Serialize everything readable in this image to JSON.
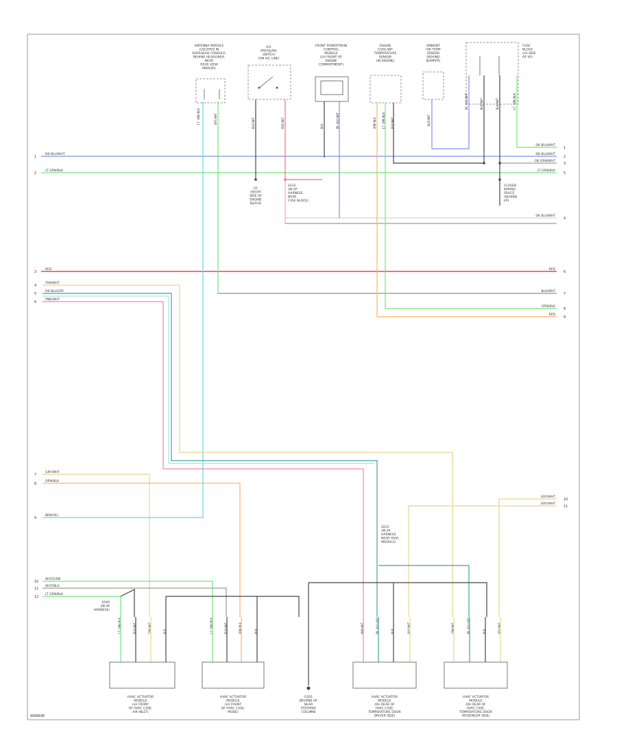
{
  "diagram_id": "W99908",
  "colors": {
    "blue": "#7f8cf0",
    "green": "#6ee77a",
    "red": "#ff6b6b",
    "gray": "#9a9a9a",
    "yellow": "#e8d48a",
    "teal": "#3aa3a0",
    "pink": "#ff7fa6",
    "orange": "#ffb060",
    "cyan": "#5fd6e6",
    "black": "#444444"
  },
  "components": {
    "top1": [
      "ANTENNA MODULE",
      "(LOCATED IN",
      "OVERHEAD CONSOLE,",
      "BEHIND HEADLINER,",
      "NEAR",
      "REAR VIEW",
      "MIRROR)"
    ],
    "top2": [
      "A/C",
      "PRESSURE",
      "SWITCH",
      "(ON A/C LINE)"
    ],
    "top3": [
      "FRONT POWERTRAIN",
      "CONTROL",
      "MODULE",
      "(LH FRONT OF",
      "ENGINE",
      "COMPARTMENT)"
    ],
    "top4": [
      "ENGINE",
      "COOLANT",
      "TEMPERATURE",
      "SENSOR",
      "(IN ENGINE)"
    ],
    "top5": [
      "AMBIENT",
      "AIR TEMP",
      "SENSOR",
      "(BEHIND",
      "BUMPER)"
    ],
    "top6": [
      "FUSE",
      "BLOCK",
      "(LH SIDE",
      "OF I/P)"
    ],
    "ground1": [
      "G1",
      "(RIGHT",
      "SIDE OF",
      "ENGINE",
      "BLOCK)"
    ],
    "splice1": [
      "S212",
      "(IN I/P",
      "HARNESS",
      "NEAR",
      "FUSE BLOCK)"
    ],
    "splice2": [
      "CLOSED",
      "WIRING",
      "SPLICE",
      "(BEHIND",
      "I/P)"
    ],
    "splice3": [
      "S222",
      "(IN I/P",
      "HARNESS",
      "NEAR HVAC",
      "MODULE)"
    ],
    "bottom_splice": [
      "S500",
      "(IN I/P",
      "HARNESS)"
    ],
    "bottom1": [
      "HVAC ACTUATOR",
      "MODULE",
      "(LH FRONT",
      "OF HVAC CASE,",
      "AIR INLET)"
    ],
    "bottom2": [
      "HVAC ACTUATOR",
      "MODULE",
      "(LH FRONT",
      "OF HVAC CASE,",
      "MODE)"
    ],
    "bottom_ground": [
      "G201",
      "(BEHIND I/P,",
      "NEAR",
      "STEERING",
      "COLUMN)"
    ],
    "bottom3": [
      "HVAC ACTUATOR",
      "MODULE",
      "(RH REAR OF",
      "HVAC CASE,",
      "TEMPERATURE DOOR",
      "DRIVER SIDE)"
    ],
    "bottom4": [
      "HVAC ACTUATOR",
      "MODULE",
      "(RH REAR OF",
      "HVAC CASE,",
      "TEMPERATURE DOOR",
      "PASSENGER SIDE)"
    ]
  },
  "left_wires": [
    {
      "num": "1",
      "label": "DK BLU/WHT"
    },
    {
      "num": "2",
      "label": "LT GRN/BLK"
    },
    {
      "num": "3",
      "label": "RED"
    },
    {
      "num": "4",
      "label": "TAN/WHT"
    },
    {
      "num": "5",
      "label": "DK BLU/GRY"
    },
    {
      "num": "6",
      "label": "PNK/WHT"
    },
    {
      "num": "7",
      "label": "GRY/WHT"
    },
    {
      "num": "8",
      "label": "ORN/BLK"
    },
    {
      "num": "9",
      "label": "BRN/YEL"
    },
    {
      "num": "10",
      "label": "WHT/GRN"
    },
    {
      "num": "11",
      "label": "WHT/BLK"
    },
    {
      "num": "12",
      "label": "LT GRN/BLK"
    }
  ],
  "right_wires": [
    {
      "num": "1",
      "label": "DK BLU/WHT"
    },
    {
      "num": "2",
      "label": "DK BLU/WHT"
    },
    {
      "num": "3",
      "label": "DK GRN/WHT"
    },
    {
      "num": "4",
      "label": "DK BLU/WHT"
    },
    {
      "num": "5",
      "label": "LT GRN/BLK"
    },
    {
      "num": "6",
      "label": "RED"
    },
    {
      "num": "7",
      "label": "BLK/WHT"
    },
    {
      "num": "8",
      "label": "ORN/BLK"
    },
    {
      "num": "9",
      "label": "RED"
    },
    {
      "num": "10",
      "label": "GRY/WHT"
    },
    {
      "num": "11",
      "label": "GRY/WHT"
    }
  ]
}
